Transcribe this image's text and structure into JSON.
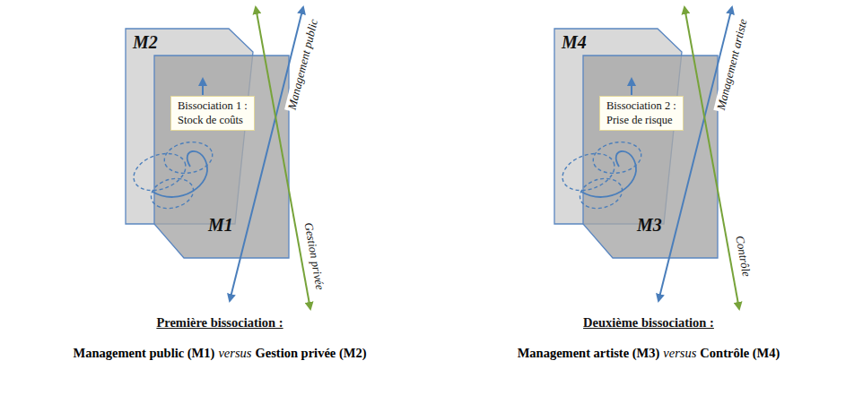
{
  "diagram": {
    "nodes": [
      {
        "text": [
          "M2"
        ]
      },
      {
        "text": [
          "M1"
        ]
      },
      {
        "text": [
          "Bissociation 1 :",
          "Stock de coûts"
        ]
      },
      {
        "text": [
          "M4"
        ]
      },
      {
        "text": [
          "M3"
        ]
      },
      {
        "text": [
          "Bissociation 2 :",
          "Prise de risque"
        ]
      }
    ],
    "labels": [
      "Management public",
      "Gestion privée",
      "Première bissociation :",
      "Management public (M1)",
      "versus",
      "Gestion privée (M2)",
      "Management artiste",
      "Contrôle",
      "Deuxième bissociation :",
      "Management artiste (M3)",
      "versus",
      "Contrôle (M4)"
    ]
  }
}
